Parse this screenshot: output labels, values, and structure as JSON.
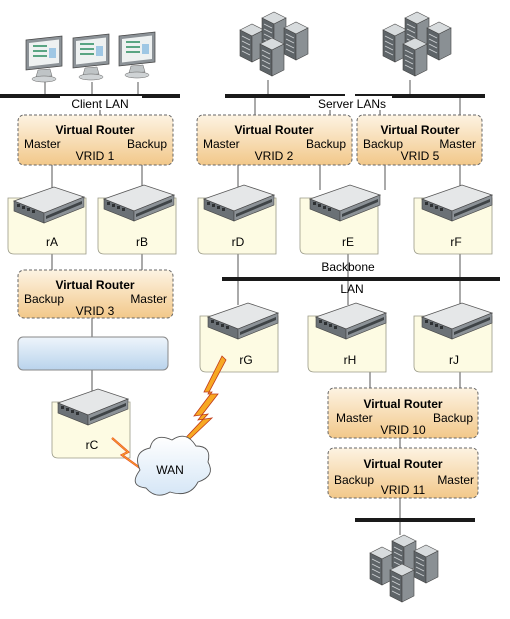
{
  "labels": {
    "client_lan": "Client LAN",
    "server_lans": "Server LANs",
    "backbone": "Backbone",
    "lan": "LAN",
    "wan": "WAN"
  },
  "virtual_routers": [
    {
      "id": "vr1",
      "title": "Virtual Router",
      "left": "Master",
      "right": "Backup",
      "vrid": "VRID 1"
    },
    {
      "id": "vr2",
      "title": "Virtual Router",
      "left": "Master",
      "right": "Backup",
      "vrid": "VRID 2"
    },
    {
      "id": "vr5",
      "title": "Virtual Router",
      "left": "Backup",
      "right": "Master",
      "vrid": "VRID 5"
    },
    {
      "id": "vr3",
      "title": "Virtual Router",
      "left": "Backup",
      "right": "Master",
      "vrid": "VRID 3"
    },
    {
      "id": "vr10",
      "title": "Virtual Router",
      "left": "Master",
      "right": "Backup",
      "vrid": "VRID 10"
    },
    {
      "id": "vr11",
      "title": "Virtual Router",
      "left": "Backup",
      "right": "Master",
      "vrid": "VRID 11"
    }
  ],
  "routers": [
    {
      "id": "rA",
      "name": "rA"
    },
    {
      "id": "rB",
      "name": "rB"
    },
    {
      "id": "rD",
      "name": "rD"
    },
    {
      "id": "rE",
      "name": "rE"
    },
    {
      "id": "rF",
      "name": "rF"
    },
    {
      "id": "rG",
      "name": "rG"
    },
    {
      "id": "rH",
      "name": "rH"
    },
    {
      "id": "rJ",
      "name": "rJ"
    },
    {
      "id": "rC",
      "name": "rC"
    }
  ],
  "colors": {
    "vr_fill_top": "#fdf1dc",
    "vr_fill_bottom": "#f3c98c",
    "router_tile": "#fdfbe3",
    "bar_blue": "#c7dcef",
    "lightning": "#f7a823",
    "lightning_red": "#e8442b"
  }
}
